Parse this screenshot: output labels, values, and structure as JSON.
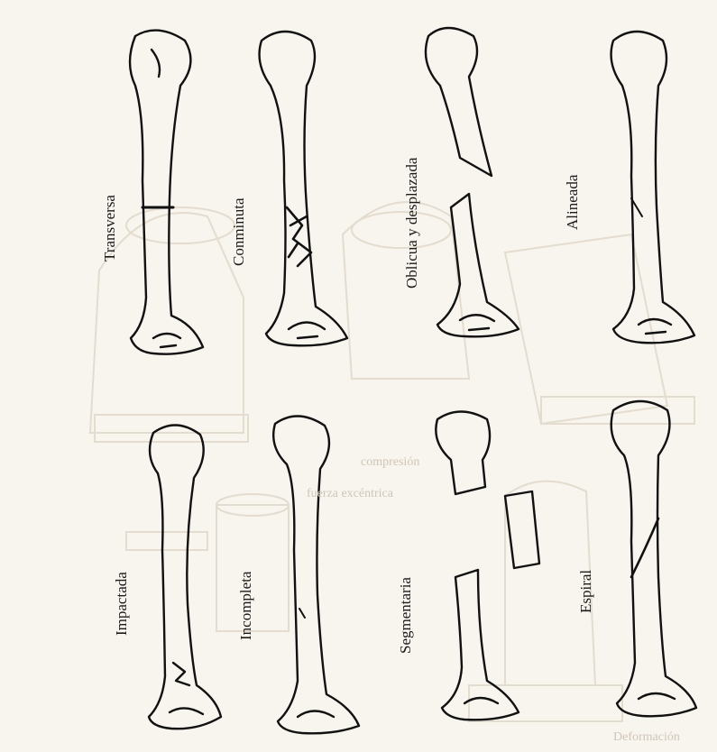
{
  "fractures": [
    {
      "id": "transversa",
      "label": "Transversa"
    },
    {
      "id": "conminuta",
      "label": "Conminuta"
    },
    {
      "id": "oblicua",
      "label": "Oblicua y desplazada"
    },
    {
      "id": "alineada",
      "label": "Alineada"
    },
    {
      "id": "impactada",
      "label": "Impactada"
    },
    {
      "id": "incompleta",
      "label": "Incompleta"
    },
    {
      "id": "segmentaria",
      "label": "Segmentaria"
    },
    {
      "id": "espiral",
      "label": "Espiral"
    }
  ],
  "ghost_labels": {
    "compresion": "compresión",
    "fuerza": "fuerza excéntrica",
    "deformacion": "Deformación"
  }
}
